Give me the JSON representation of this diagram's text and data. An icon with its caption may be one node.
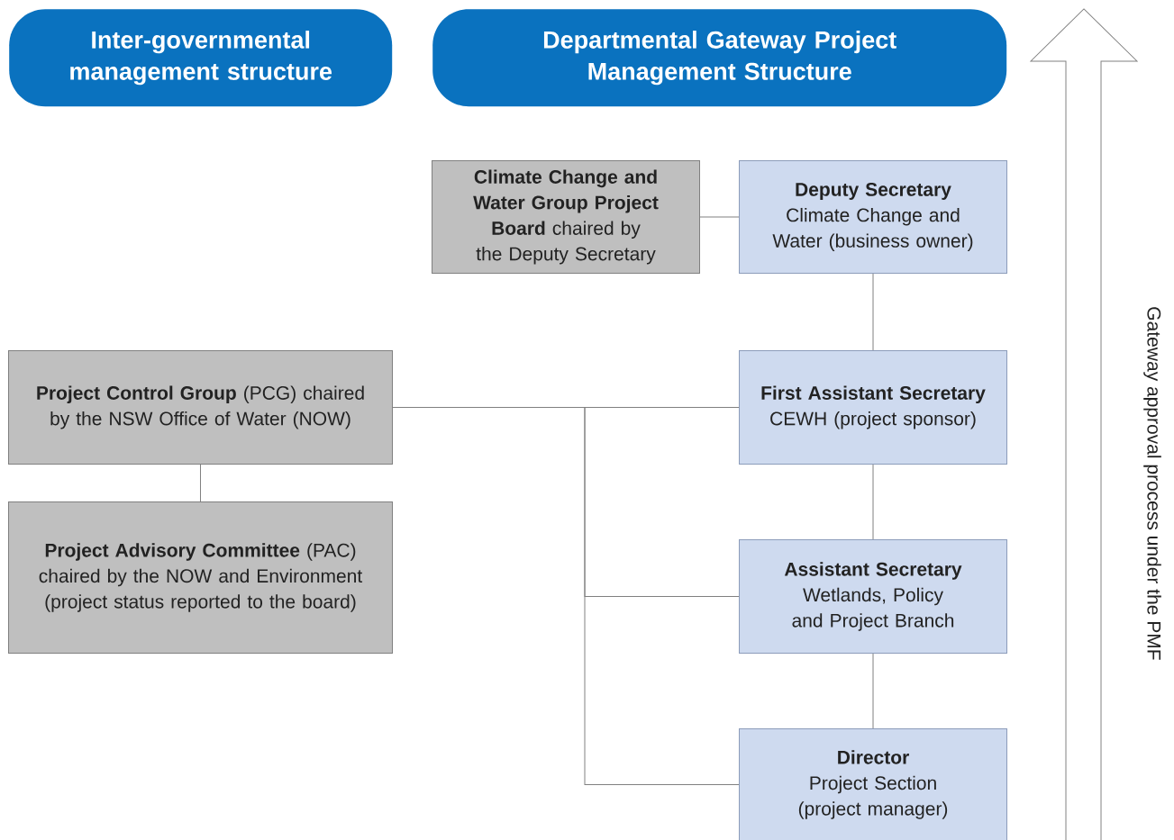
{
  "diagram": {
    "nodes": [
      {
        "text": [
          "Inter-governmental management structure"
        ]
      },
      {
        "text": [
          "Departmental Gateway Project Management Structure"
        ]
      },
      {
        "text": [
          "**Climate Change and Water Group Project Board** chaired by the Deputy Secretary"
        ]
      },
      {
        "text": [
          "Deputy Secretary",
          "Climate Change and Water  (business owner)"
        ]
      },
      {
        "text": [
          "**Project Control Group** (PCG) chaired by the NSW Office of Water (NOW)"
        ]
      },
      {
        "text": [
          "First Assistant Secretary",
          "CEWH (project sponsor)"
        ]
      },
      {
        "text": [
          "**Project Advisory Committee** (PAC) chaired by the NOW and Environment (project status reported to the board)"
        ]
      },
      {
        "text": [
          "Assistant Secretary",
          "Wetlands, Policy and Project Branch"
        ]
      },
      {
        "text": [
          "Director",
          "Project Section (project manager)"
        ]
      }
    ],
    "edges": [
      {
        "from": 2,
        "to": 3,
        "arrow": "none"
      },
      {
        "from": 3,
        "to": 5,
        "arrow": "none"
      },
      {
        "from": 4,
        "to": 5,
        "arrow": "none"
      },
      {
        "from": 5,
        "to": 7,
        "arrow": "none"
      },
      {
        "from": 7,
        "to": 8,
        "arrow": "none"
      },
      {
        "from": 4,
        "to": 6,
        "arrow": "none"
      },
      {
        "from": 4,
        "to": 7,
        "arrow": "none"
      },
      {
        "from": 4,
        "to": 8,
        "arrow": "none"
      }
    ],
    "labels": [
      "Gateway approval process under the PMF"
    ]
  }
}
